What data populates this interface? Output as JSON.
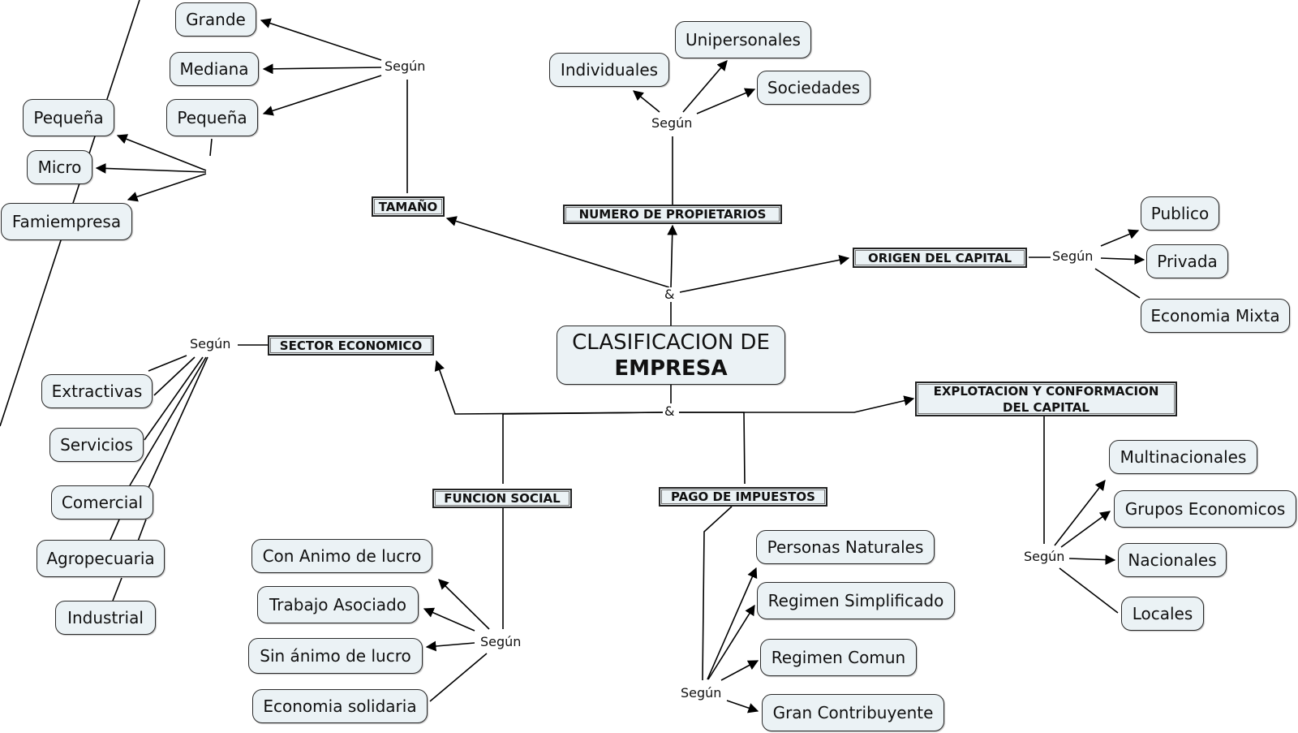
{
  "title": {
    "line1": "CLASIFICACION DE",
    "line2": "EMPRESA"
  },
  "connectors": {
    "and": "&",
    "segun": "Según"
  },
  "colors": {
    "node_fill": "#ebf2f5",
    "line": "#000000",
    "background": "#ffffff"
  },
  "categories": {
    "tamano": {
      "label": "TAMAÑO",
      "children": [
        "Grande",
        "Mediana",
        "Pequeña"
      ],
      "sub": {
        "parent": "Pequeña",
        "children": [
          "Pequeña",
          "Micro",
          "Famiempresa"
        ]
      }
    },
    "propietarios": {
      "label": "NUMERO DE PROPIETARIOS",
      "children": [
        "Individuales",
        "Unipersonales",
        "Sociedades"
      ]
    },
    "origen": {
      "label": "ORIGEN DEL CAPITAL",
      "children": [
        "Publico",
        "Privada",
        "Economia Mixta"
      ]
    },
    "sector": {
      "label": "SECTOR ECONOMICO",
      "children": [
        "Extractivas",
        "Servicios",
        "Comercial",
        "Agropecuaria",
        "Industrial"
      ]
    },
    "explotacion": {
      "label_line1": "EXPLOTACION Y CONFORMACION",
      "label_line2": "DEL CAPITAL",
      "children": [
        "Multinacionales",
        "Grupos Economicos",
        "Nacionales",
        "Locales"
      ]
    },
    "funcion": {
      "label": "FUNCION SOCIAL",
      "children": [
        "Con Animo de lucro",
        "Trabajo Asociado",
        "Sin ánimo de lucro",
        "Economia solidaria"
      ]
    },
    "impuestos": {
      "label": "PAGO DE IMPUESTOS",
      "children": [
        "Personas Naturales",
        "Regimen Simplificado",
        "Regimen Comun",
        "Gran Contribuyente"
      ]
    }
  }
}
